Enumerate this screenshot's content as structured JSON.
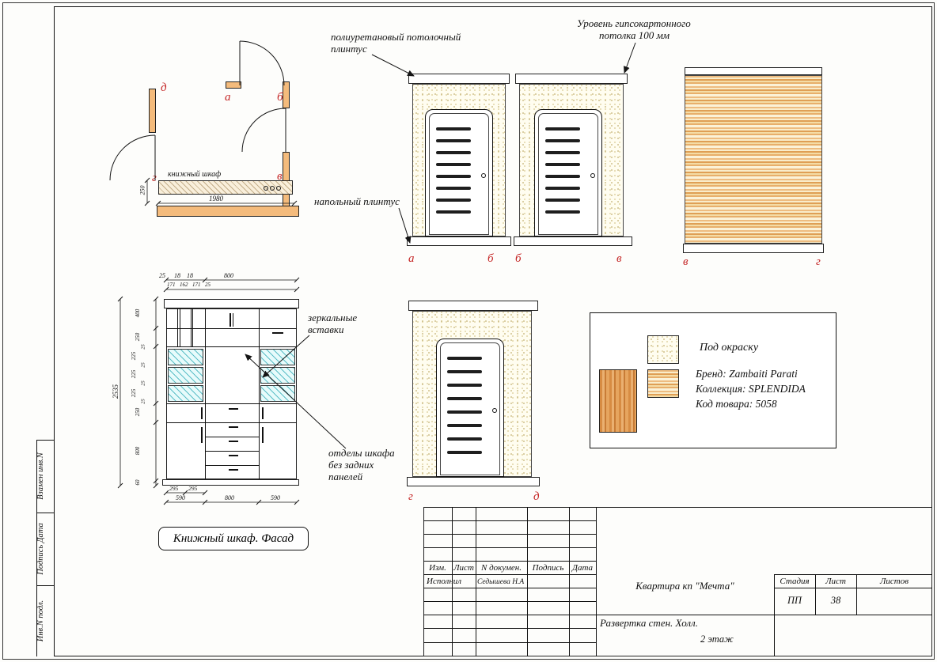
{
  "floor_plan": {
    "bookcase_label": "книжный шкаф",
    "dim_depth": "250",
    "dim_width": "1980",
    "corner_labels": {
      "a": "а",
      "b": "б",
      "v": "в",
      "g": "г",
      "d": "д"
    }
  },
  "callouts": {
    "ceiling_plinth_line1": "полиуретановый потолочный",
    "ceiling_plinth_line2": "плинтус",
    "ceiling_level_line1": "Уровень гипсокартонного",
    "ceiling_level_line2": "потолка 100 мм",
    "floor_plinth": "напольный плинтус",
    "mirror_line1": "зеркальные",
    "mirror_line2": "вставки",
    "noback_line1": "отделы шкафа",
    "noback_line2": "без задних",
    "noback_line3": "панелей"
  },
  "elevations": {
    "ab_left": "а",
    "ab_right": "б",
    "bv_left": "б",
    "bv_right": "в",
    "vg_left": "в",
    "vg_right": "г",
    "gd_left": "г",
    "gd_right": "д"
  },
  "bookcase": {
    "title": "Книжный шкаф. Фасад",
    "total_height": "2535",
    "dims_top_row1": [
      "25",
      "18",
      "18",
      "800"
    ],
    "dims_top_row2": [
      "171",
      "162",
      "171",
      "25"
    ],
    "dims_left": [
      "400",
      "250",
      "25",
      "225",
      "25",
      "225",
      "25",
      "225",
      "25",
      "250",
      "800",
      "60"
    ],
    "dims_bottom_row1": [
      "295",
      "295"
    ],
    "dims_bottom_row2": [
      "590",
      "800",
      "590"
    ]
  },
  "legend": {
    "paint_label": "Под окраску",
    "brand": "Бренд: Zambaiti Parati",
    "collection": "Коллекция: SPLENDIDA",
    "product_code": "Код товара: 5058"
  },
  "title_block": {
    "col_izm": "Изм.",
    "col_list": "Лист",
    "col_doc": "N докумен.",
    "col_sign": "Подпись",
    "col_date": "Дата",
    "executor_label": "Исполнил",
    "executor_name": "Седышева Н.А",
    "project": "Квартира кп \"Мечта\"",
    "stage_label": "Стадия",
    "sheet_label": "Лист",
    "sheets_label": "Листов",
    "stage_value": "ПП",
    "sheet_value": "38",
    "drawing_title": "Развертка стен. Холл.",
    "floor_note": "2 этаж"
  },
  "side_stamps": {
    "box1": "Взамен инв.N",
    "box2": "Подпись Дата",
    "box3": "Инв.N подл."
  }
}
